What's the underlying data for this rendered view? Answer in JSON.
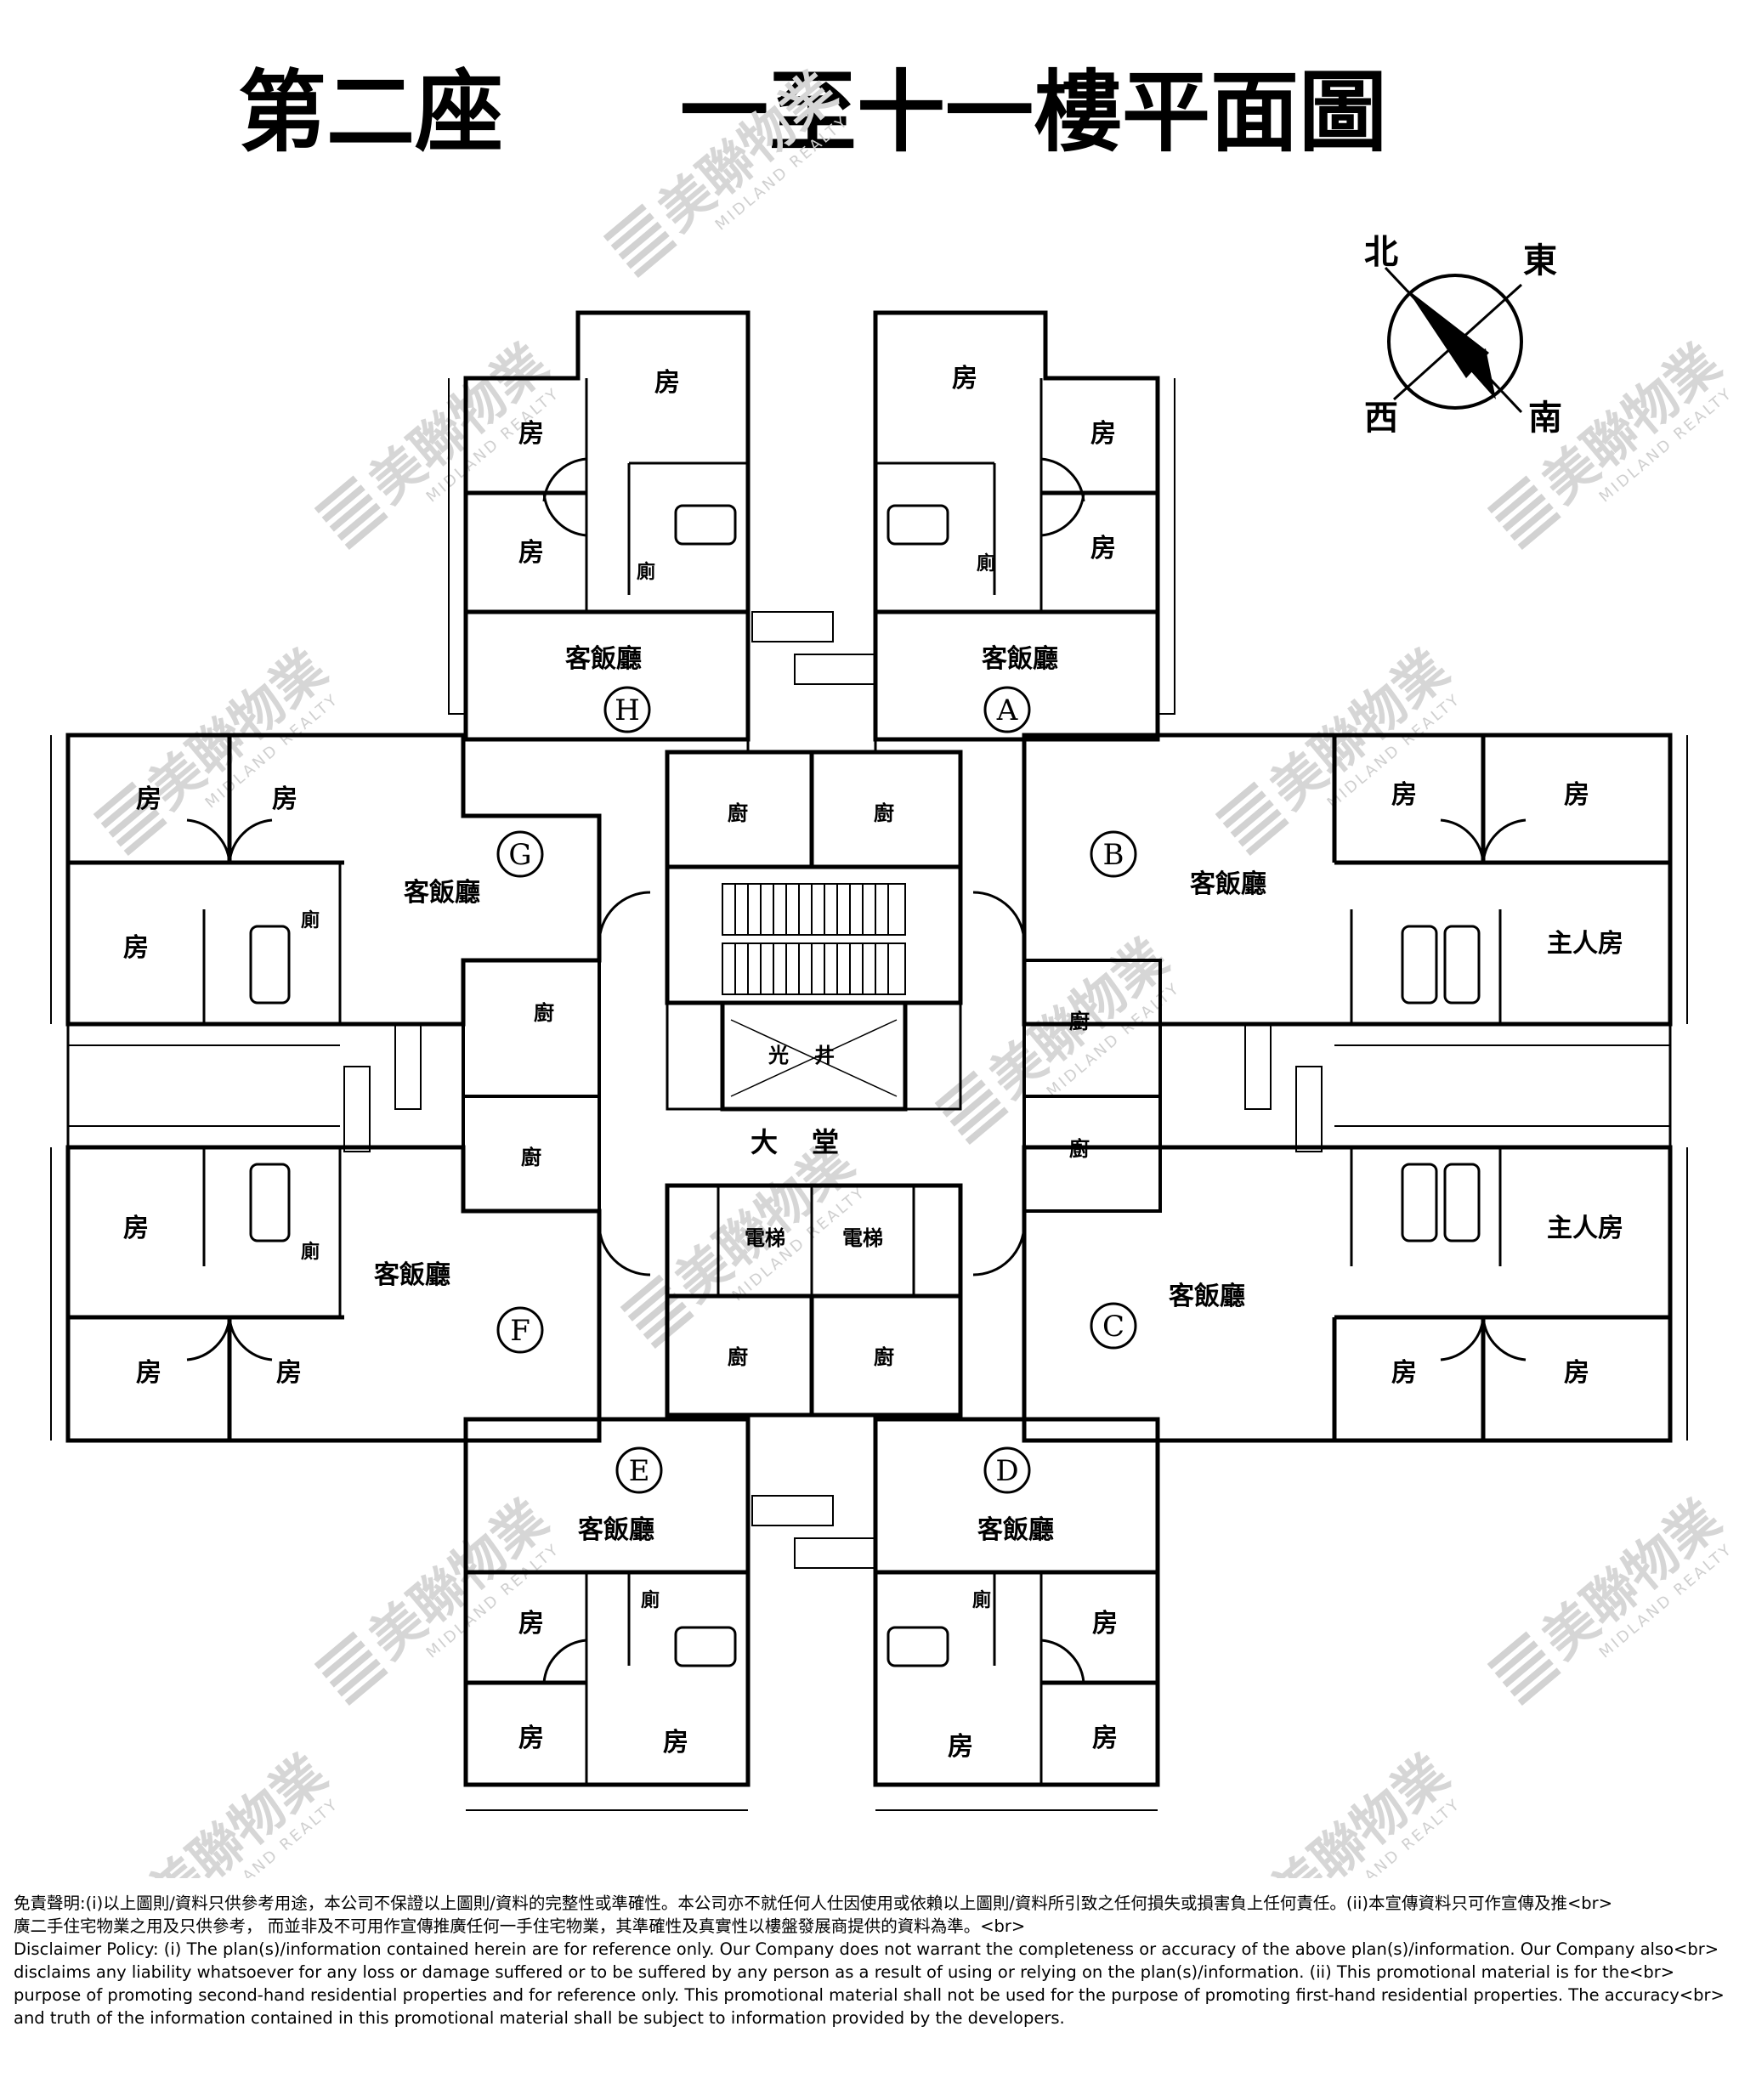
{
  "title": {
    "block": "第二座",
    "floors": "一至十一樓平面圖"
  },
  "compass": {
    "north": "北",
    "east": "東",
    "south": "南",
    "west": "西"
  },
  "room_labels": {
    "bedroom": "房",
    "master_bedroom": "主人房",
    "living_dining": "客飯廳",
    "kitchen": "廚",
    "bathroom": "廁",
    "lobby": "大堂",
    "lift": "電梯",
    "light_well": "光井"
  },
  "units": [
    "A",
    "B",
    "C",
    "D",
    "E",
    "F",
    "G",
    "H"
  ],
  "watermark": {
    "brand_cn": "美聯物業",
    "brand_en": "MIDLAND REALTY"
  },
  "disclaimer": {
    "lines": [
      "免責聲明:(i)以上圖則/資料只供參考用途，本公司不保證以上圖則/資料的完整性或準確性。本公司亦不就任何人仕因使用或依賴以上圖則/資料所引致之任何損失或損害負上任何責任。(ii)本宣傳資料只可作宣傳及推<br>",
      "廣二手住宅物業之用及只供參考， 而並非及不可用作宣傳推廣任何一手住宅物業，其準確性及真實性以樓盤發展商提供的資料為準。<br>",
      "Disclaimer Policy: (i) The plan(s)/information contained herein are for reference only. Our Company does not warrant the completeness or accuracy of the above plan(s)/information. Our Company also<br>",
      "disclaims any liability whatsoever for any loss or damage suffered or to be suffered by any person as a result of using or relying on the plan(s)/information. (ii) This promotional material is for the<br>",
      "purpose of promoting second-hand residential properties and for reference only. This promotional material shall not be used for the purpose of promoting first-hand residential properties. The accuracy<br>",
      "and truth of the information contained in this promotional material shall be subject to information provided by the developers."
    ]
  }
}
